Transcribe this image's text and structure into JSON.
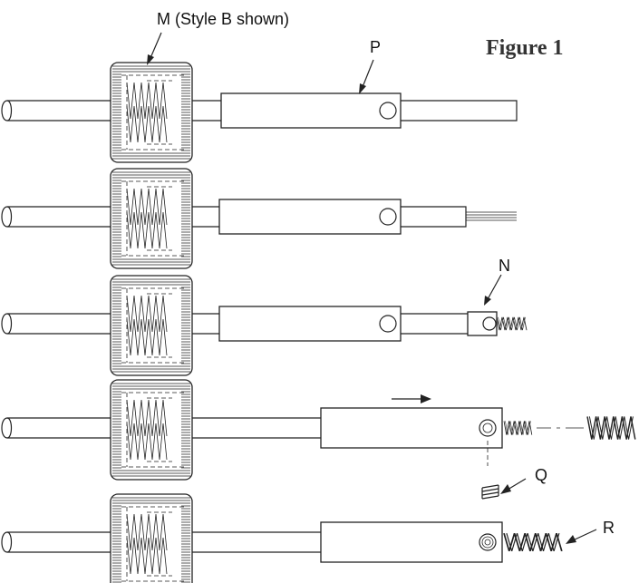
{
  "figure": {
    "title": "Figure 1",
    "labels": {
      "m": "M (Style B shown)",
      "p": "P",
      "n": "N",
      "q": "Q",
      "r": "R"
    }
  },
  "colors": {
    "ink": "#222222",
    "title": "#333333"
  }
}
